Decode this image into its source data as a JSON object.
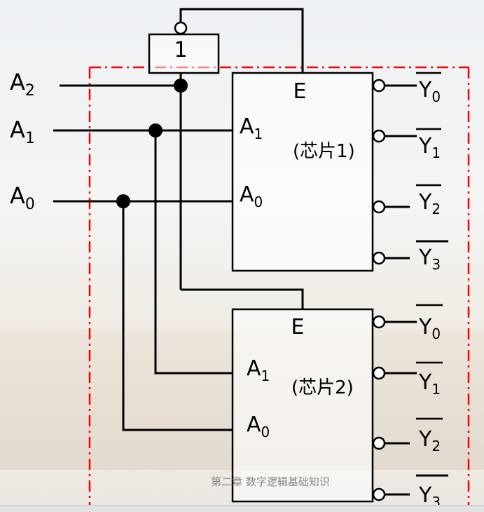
{
  "diagram": {
    "type": "decoder-expansion-circuit",
    "inputs": [
      {
        "name": "A",
        "sub": "2"
      },
      {
        "name": "A",
        "sub": "1"
      },
      {
        "name": "A",
        "sub": "0"
      }
    ],
    "inverter": {
      "label": "1"
    },
    "chips": [
      {
        "title": "(芯片1)",
        "enable": "E",
        "inputs": [
          {
            "name": "A",
            "sub": "1"
          },
          {
            "name": "A",
            "sub": "0"
          }
        ],
        "outputs": [
          {
            "name": "Y",
            "sub": "0"
          },
          {
            "name": "Y",
            "sub": "1"
          },
          {
            "name": "Y",
            "sub": "2"
          },
          {
            "name": "Y",
            "sub": "3"
          }
        ]
      },
      {
        "title": "(芯片2)",
        "enable": "E",
        "inputs": [
          {
            "name": "A",
            "sub": "1"
          },
          {
            "name": "A",
            "sub": "0"
          }
        ],
        "outputs": [
          {
            "name": "Y",
            "sub": "0"
          },
          {
            "name": "Y",
            "sub": "1"
          },
          {
            "name": "Y",
            "sub": "2"
          },
          {
            "name": "Y",
            "sub": "3"
          }
        ]
      }
    ],
    "colors": {
      "wire": "#000000",
      "boundary": "#ff0000"
    }
  },
  "footer": {
    "text": "第二章 数字逻辑基础知识"
  }
}
